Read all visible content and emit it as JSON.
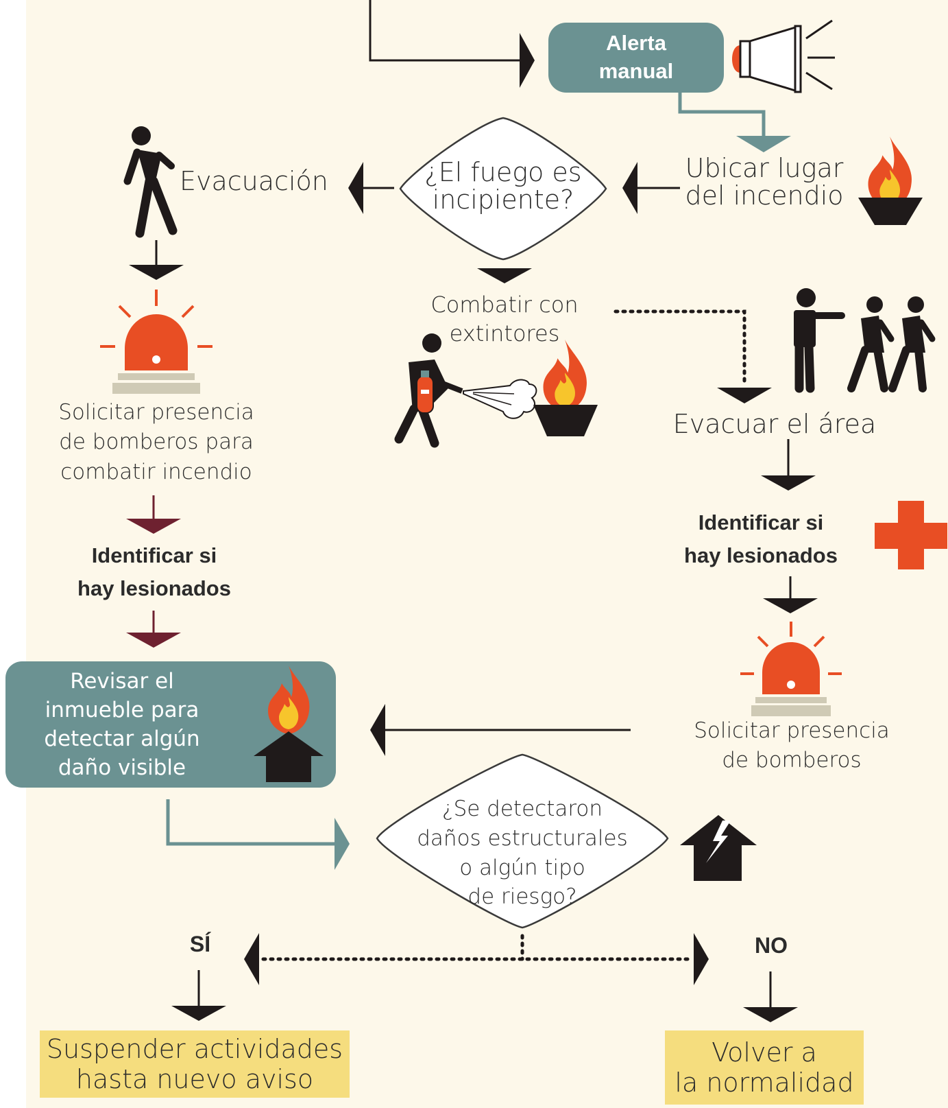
{
  "nodes": {
    "alerta": {
      "line1": "Alerta",
      "line2": "manual"
    },
    "ubicar": {
      "line1": "Ubicar lugar",
      "line2": "del incendio"
    },
    "fuego": {
      "line1": "¿El fuego es",
      "line2": "incipiente?"
    },
    "evacuacion": "Evacuación",
    "combatir": {
      "line1": "Combatir con",
      "line2": "extintores"
    },
    "evacuar_area": "Evacuar el área",
    "solicitar_left": {
      "line1": "Solicitar presencia",
      "line2": "de bomberos para",
      "line3": "combatir incendio"
    },
    "identificar_left": {
      "line1": "Identificar si",
      "line2": "hay lesionados"
    },
    "identificar_right": {
      "line1": "Identificar si",
      "line2": "hay lesionados"
    },
    "solicitar_right": {
      "line1": "Solicitar presencia",
      "line2": "de bomberos"
    },
    "revisar": {
      "line1": "Revisar el",
      "line2": "inmueble para",
      "line3": "detectar algún",
      "line4": "daño visible"
    },
    "danos": {
      "line1": "¿Se detectaron",
      "line2": "daños estructurales",
      "line3": "o algún tipo",
      "line4": "de riesgo?"
    },
    "si": "SÍ",
    "no": "NO",
    "suspender": {
      "line1": "Suspender actividades",
      "line2": "hasta nuevo aviso"
    },
    "volver": {
      "line1": "Volver a",
      "line2": "la normalidad"
    }
  },
  "icons": [
    "megaphone-icon",
    "fire-bowl-icon",
    "walking-person-icon",
    "siren-icon",
    "extinguisher-person-icon",
    "evacuating-people-icon",
    "red-cross-icon",
    "burning-house-icon",
    "damaged-house-icon"
  ],
  "colors": {
    "background": "#fdf8ea",
    "teal": "#6b9292",
    "orange": "#e84e24",
    "yellow_box": "#f5dd7e",
    "dark": "#1f1a1a",
    "maroon": "#6e2130"
  }
}
